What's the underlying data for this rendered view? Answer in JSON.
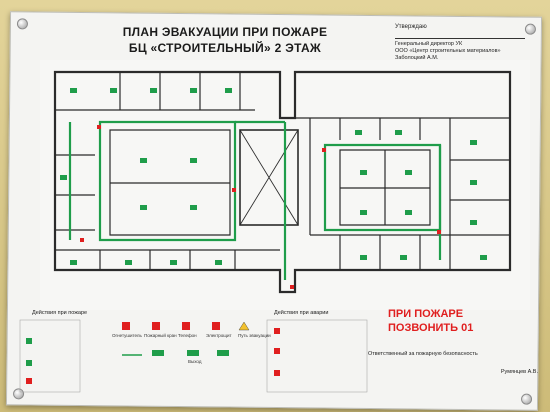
{
  "plan": {
    "title_line1": "ПЛАН ЭВАКУАЦИИ ПРИ ПОЖАРЕ",
    "title_line2": "БЦ «СТРОИТЕЛЬНЫЙ» 2 ЭТАЖ"
  },
  "approval": {
    "label": "Утверждаю",
    "position": "Генеральный директор УК",
    "company": "ООО «Центр строительных материалов»",
    "name": "Заболоцкий А.М."
  },
  "emergency": {
    "line1": "ПРИ ПОЖАРЕ",
    "line2": "ПОЗВОНИТЬ 01"
  },
  "responsible": {
    "label": "Ответственный за пожарную безопасность",
    "name": "Румянцев А.В."
  },
  "legend": {
    "fire_actions_title": "Действия при пожаре",
    "accident_actions_title": "Действия при аварии",
    "items": [
      "Огнетушитель",
      "Пожарный кран",
      "Телефон",
      "Электрощит",
      "Путь эвакуации",
      "Выход"
    ]
  },
  "colors": {
    "wall": "#2b2b2b",
    "exit_sign": "#1f9d4a",
    "fire_red": "#e01f1f",
    "board": "#f4f4f2"
  }
}
